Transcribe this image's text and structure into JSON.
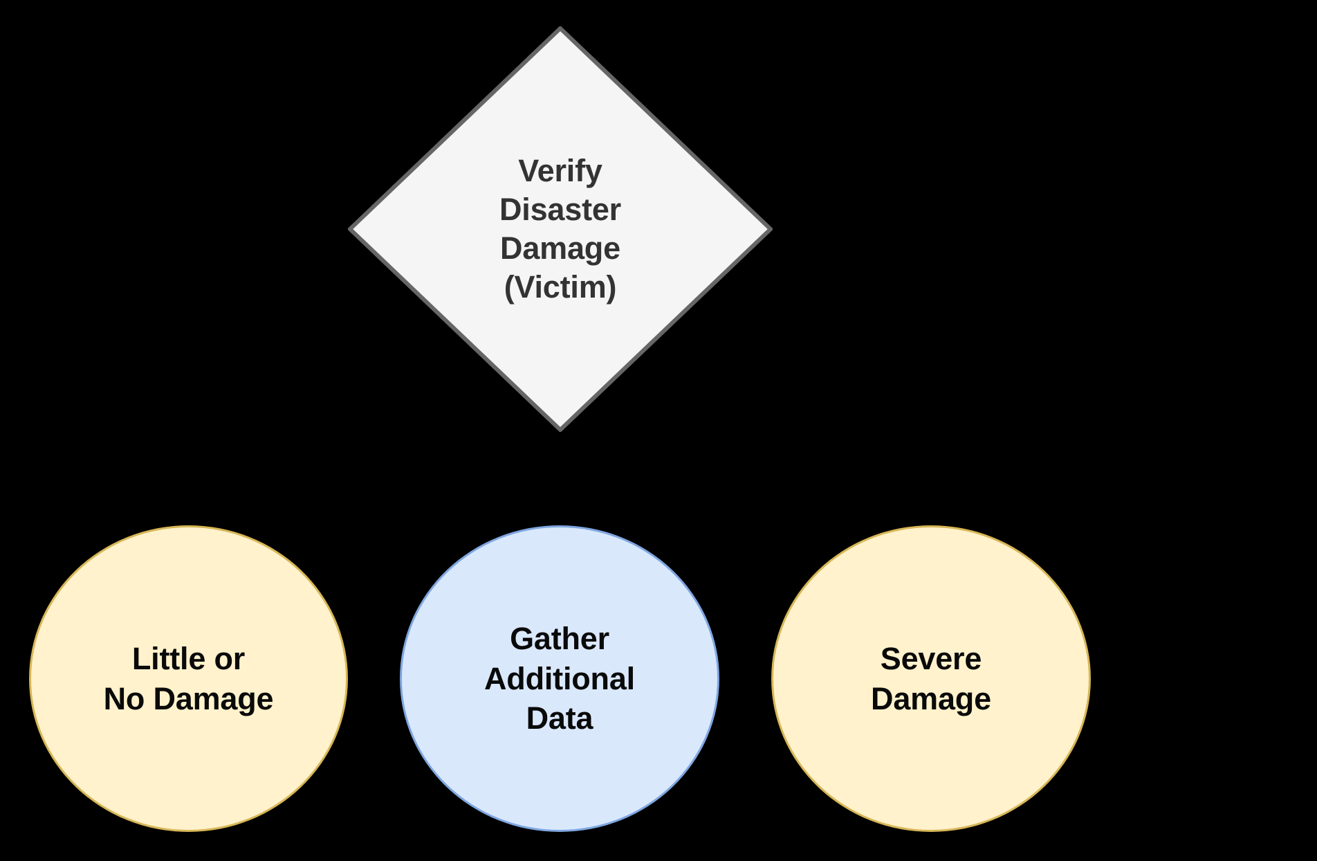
{
  "diagram": {
    "background_color": "#000000",
    "title": "",
    "nodes": [
      {
        "id": "verify-disaster-damage",
        "shape": "diamond",
        "label": "Verify\nDisaster\nDamage\n(Victim)",
        "lines": [
          "Verify",
          "Disaster",
          "Damage",
          "(Victim)"
        ],
        "fill": "#F5F5F5",
        "stroke": "#666666",
        "text_color": "#333333"
      },
      {
        "id": "little-or-no-damage",
        "shape": "ellipse",
        "label": "Little or\nNo Damage",
        "lines": [
          "Little or",
          "No Damage"
        ],
        "fill": "#FFF2CC",
        "stroke": "#D6B656",
        "text_color": "#000000"
      },
      {
        "id": "gather-additional-data",
        "shape": "ellipse",
        "label": "Gather\nAdditional\nData",
        "lines": [
          "Gather",
          "Additional",
          "Data"
        ],
        "fill": "#DAE8FC",
        "stroke": "#7EA6E0",
        "text_color": "#000000"
      },
      {
        "id": "severe-damage",
        "shape": "ellipse",
        "label": "Severe\nDamage",
        "lines": [
          "Severe",
          "Damage"
        ],
        "fill": "#FFF2CC",
        "stroke": "#D6B656",
        "text_color": "#000000"
      }
    ]
  },
  "decision_node": {
    "line1": "Verify",
    "line2": "Disaster",
    "line3": "Damage",
    "line4": "(Victim)"
  },
  "outcome_little": {
    "line1": "Little or",
    "line2": "No Damage"
  },
  "outcome_gather": {
    "line1": "Gather",
    "line2": "Additional",
    "line3": "Data"
  },
  "outcome_severe": {
    "line1": "Severe",
    "line2": "Damage"
  }
}
